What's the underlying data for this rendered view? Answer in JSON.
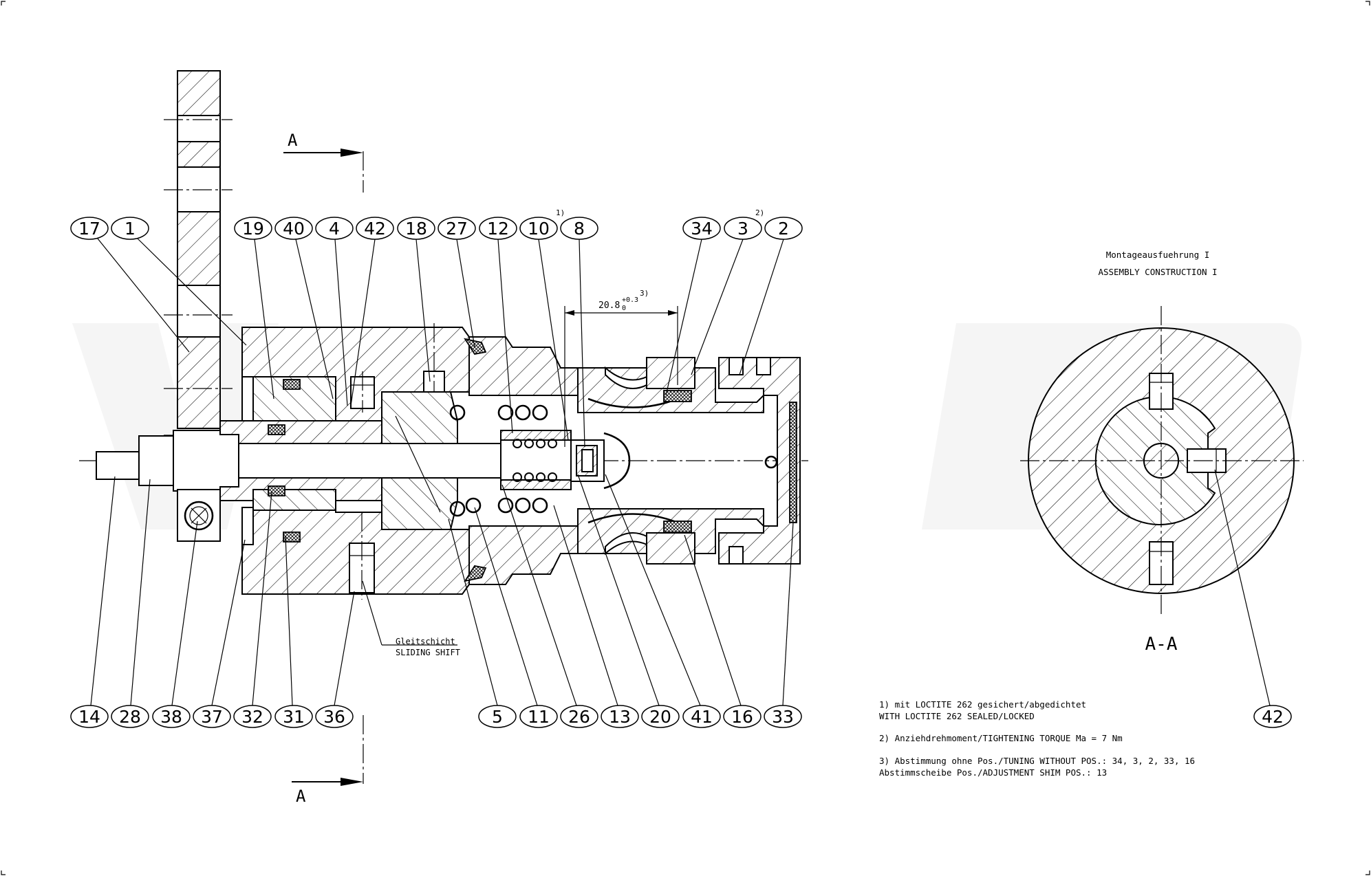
{
  "section_marker": "A",
  "section_view_title": "A-A",
  "sliding_label_de": "Gleitschicht",
  "sliding_label_en": "SLIDING SHIFT",
  "assembly_title_de": "Montageausfuehrung I",
  "assembly_title_en": "ASSEMBLY CONSTRUCTION I",
  "dimension": {
    "value": "20.8",
    "upper": "+0.3",
    "lower": "0",
    "note_ref": "3)"
  },
  "top_callouts": [
    "17",
    "1",
    "19",
    "40",
    "4",
    "42",
    "18",
    "27",
    "12",
    "10",
    "8",
    "34",
    "3",
    "2"
  ],
  "bottom_callouts": [
    "14",
    "28",
    "38",
    "37",
    "32",
    "31",
    "36",
    "5",
    "11",
    "26",
    "13",
    "20",
    "41",
    "16",
    "33"
  ],
  "section_callout": "42",
  "superscripts": {
    "callout_10": "1)",
    "callout_3": "2)"
  },
  "notes": [
    {
      "line1": "1) mit LOCTITE 262 gesichert/abgedichtet",
      "line2": "WITH LOCTITE 262 SEALED/LOCKED"
    },
    {
      "line1": "2) Anziehdrehmoment/TIGHTENING TORQUE Ma = 7 Nm",
      "line2": ""
    },
    {
      "line1": "3) Abstimmung ohne Pos./TUNING WITHOUT POS.: 34, 3, 2, 33, 16",
      "line2": "Abstimmscheibe Pos./ADJUSTMENT SHIM POS.: 13"
    }
  ]
}
